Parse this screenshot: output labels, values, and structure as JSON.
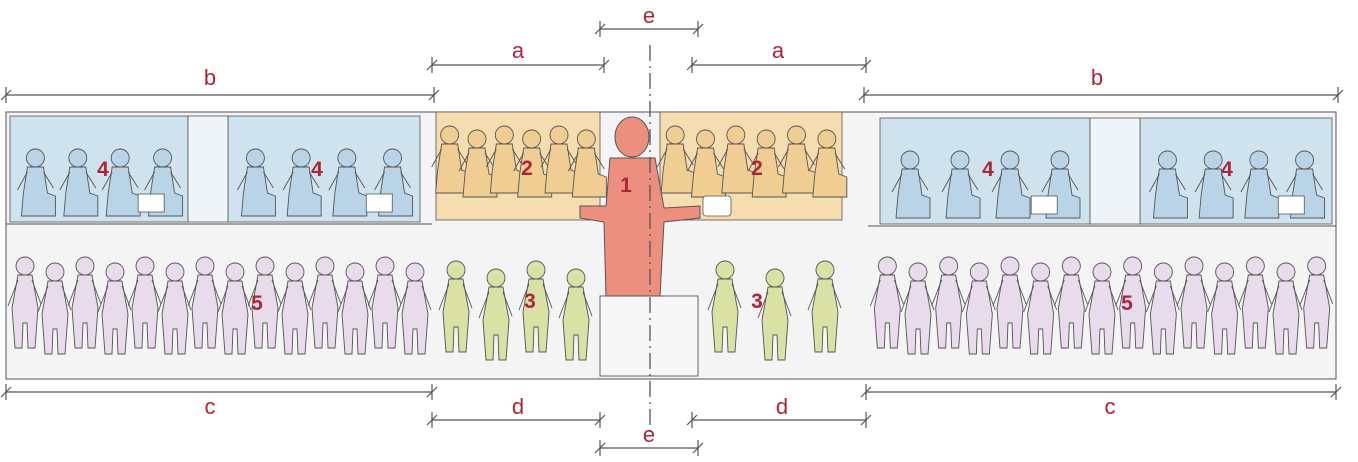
{
  "colors": {
    "line": "#555555",
    "label_red": "#b0243a",
    "zone_1": "#ec8f7e",
    "zone_2": "#f6ddb0",
    "zone_3": "#d9e2a4",
    "zone_4": "#cfe3ef",
    "zone_5": "#e8dcec",
    "frieze_bg": "#f4f4f4"
  },
  "dimension_labels": {
    "a": "a",
    "b": "b",
    "c": "c",
    "d": "d",
    "e": "e"
  },
  "zone_numbers": {
    "one": "1",
    "two": "2",
    "three": "3",
    "four": "4",
    "five": "5"
  },
  "figure_icons": [
    "standing-figure-icon",
    "seated-figure-icon"
  ]
}
